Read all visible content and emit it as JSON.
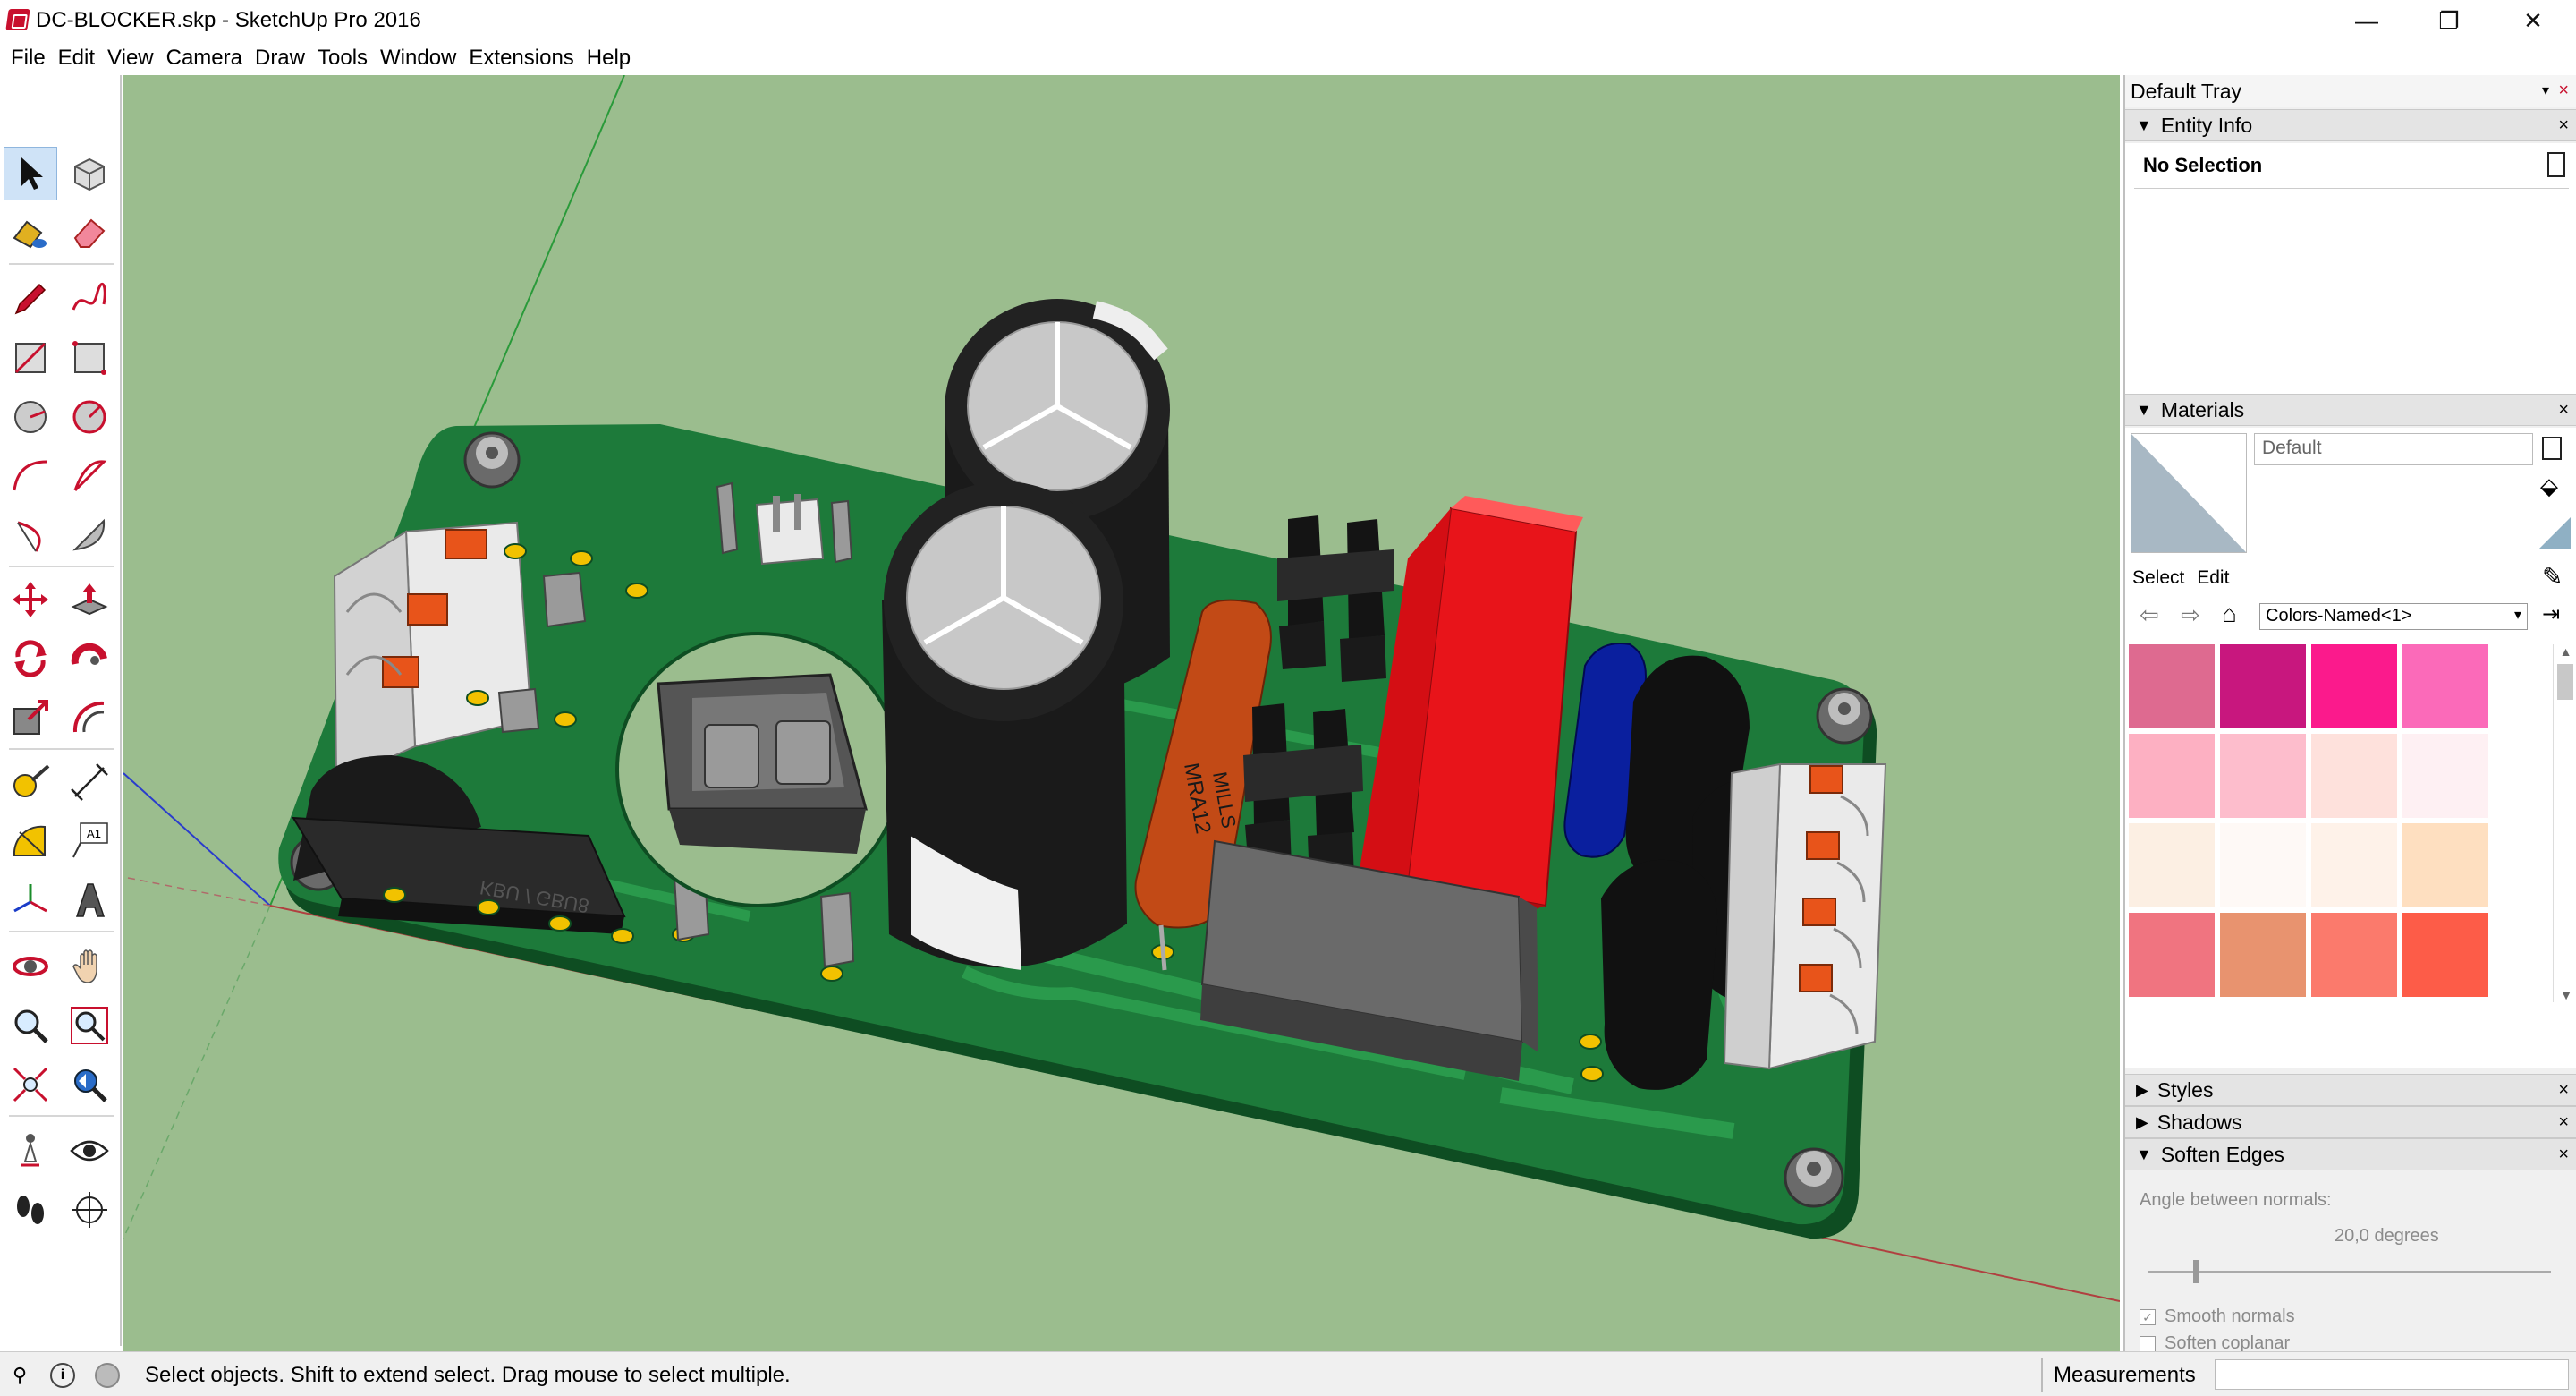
{
  "window": {
    "title": "DC-BLOCKER.skp - SketchUp Pro 2016",
    "minimize": "—",
    "maximize": "❐",
    "close": "✕"
  },
  "menu": [
    "File",
    "Edit",
    "View",
    "Camera",
    "Draw",
    "Tools",
    "Window",
    "Extensions",
    "Help"
  ],
  "toolbar": {
    "tools": [
      "select",
      "make-component",
      "paint-bucket",
      "eraser",
      "line",
      "freehand",
      "rectangle",
      "rotated-rectangle",
      "circle",
      "polygon",
      "arc",
      "two-point-arc",
      "three-point-arc",
      "pie",
      "move",
      "push-pull",
      "rotate",
      "follow-me",
      "scale",
      "offset",
      "tape-measure",
      "dimension",
      "protractor",
      "text",
      "axes",
      "3d-text",
      "orbit",
      "pan",
      "zoom",
      "zoom-window",
      "zoom-extents",
      "previous",
      "position-camera",
      "look-around",
      "walk",
      "section-plane"
    ],
    "text_tool_label": "A1"
  },
  "model": {
    "parts": {
      "capacitor_label_1": "MRA12",
      "capacitor_label_2": "MILLS",
      "bridge_label": "KBU / GBU8"
    },
    "colors": {
      "sky": "#9bbd8e",
      "pcb": "#1d7a3a",
      "pcb_edge": "#0e4d22",
      "trace": "#2a9a4c",
      "red_relay": "#e8141a",
      "blue_cap": "#0a1f9e",
      "orange_cap": "#c24a16",
      "grey_box": "#5a5a5a"
    }
  },
  "tray": {
    "title": "Default Tray",
    "entity_info": {
      "title": "Entity Info",
      "status": "No Selection"
    },
    "materials": {
      "title": "Materials",
      "current": "Default",
      "tab_select": "Select",
      "tab_edit": "Edit",
      "library": "Colors-Named<1>",
      "swatches": [
        "#de6a90",
        "#c8177e",
        "#fb1a8c",
        "#fb6ab9",
        "#fdb0c2",
        "#fdbdcc",
        "#fee1dc",
        "#fef0f3",
        "#fcefe3",
        "#fef9f6",
        "#fef2e9",
        "#fedfc0",
        "#f07480",
        "#e8936f",
        "#fb7a6c",
        "#fd5c48"
      ]
    },
    "styles": {
      "title": "Styles"
    },
    "shadows": {
      "title": "Shadows"
    },
    "soften_edges": {
      "title": "Soften Edges",
      "angle_label": "Angle between normals:",
      "angle_value": "20,0  degrees",
      "angle_fraction": 0.11,
      "smooth_normals": "Smooth normals",
      "smooth_normals_checked": true,
      "soften_coplanar": "Soften coplanar",
      "soften_coplanar_checked": false
    }
  },
  "statusbar": {
    "message": "Select objects. Shift to extend select. Drag mouse to select multiple.",
    "measurements_label": "Measurements",
    "measurements_value": ""
  }
}
